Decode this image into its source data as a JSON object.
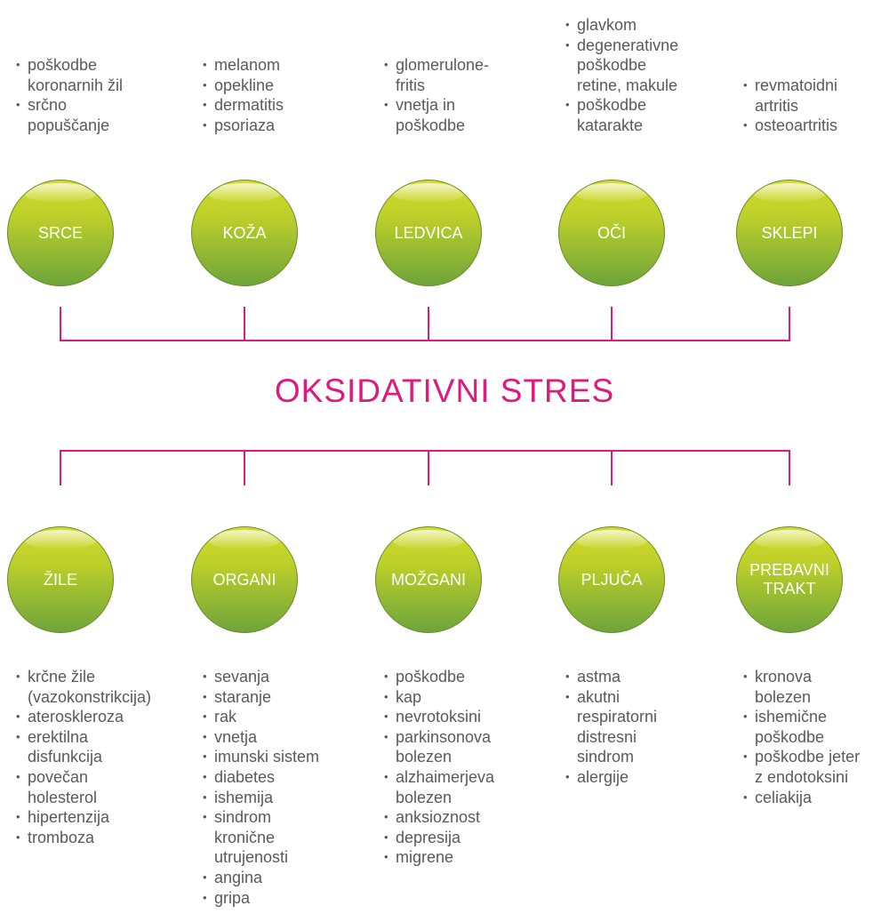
{
  "title": "OKSIDATIVNI STRES",
  "colors": {
    "accent": "#e0197d",
    "circle": "#a8c630",
    "text": "#5a5a5a"
  },
  "top": [
    {
      "label": "SRCE",
      "items": [
        "poškodbe\nkoronarnih žil",
        "srčno\npopuščanje"
      ]
    },
    {
      "label": "KOŽA",
      "items": [
        "melanom",
        "opekline",
        "dermatitis",
        "psoriaza"
      ]
    },
    {
      "label": "LEDVICA",
      "items": [
        "glomerulone-\nfritis",
        "vnetja in\npoškodbe"
      ]
    },
    {
      "label": "OČI",
      "items": [
        "glavkom",
        "degenerativne\npoškodbe\nretine, makule",
        "poškodbe\nkatarakte"
      ]
    },
    {
      "label": "SKLEPI",
      "items": [
        "revmatoidni\nartritis",
        "osteoartritis"
      ]
    }
  ],
  "bottom": [
    {
      "label": "ŽILE",
      "items": [
        "krčne žile\n(vazokonstrikcija)",
        "ateroskleroza",
        "erektilna\ndisfunkcija",
        "povečan\nholesterol",
        "hipertenzija",
        "tromboza"
      ]
    },
    {
      "label": "ORGANI",
      "items": [
        "sevanja",
        "staranje",
        "rak",
        "vnetja",
        "imunski sistem",
        "diabetes",
        "ishemija",
        "sindrom\nkronične\nutrujenosti",
        "angina",
        "gripa"
      ]
    },
    {
      "label": "MOŽGANI",
      "items": [
        "poškodbe",
        "kap",
        "nevrotoksini",
        "parkinsonova\nbolezen",
        "alzhaimerjeva\nbolezen",
        "anksioznost",
        "depresija",
        "migrene"
      ]
    },
    {
      "label": "PLJUČA",
      "items": [
        "astma",
        "akutni\nrespiratorni\ndistresni\nsindrom",
        "alergije"
      ]
    },
    {
      "label": "PREBAVNI\nTRAKT",
      "items": [
        "kronova\nbolezen",
        "ishemične\npoškodbe",
        "poškodbe jeter\nz endotoksini",
        "celiakija"
      ]
    }
  ]
}
